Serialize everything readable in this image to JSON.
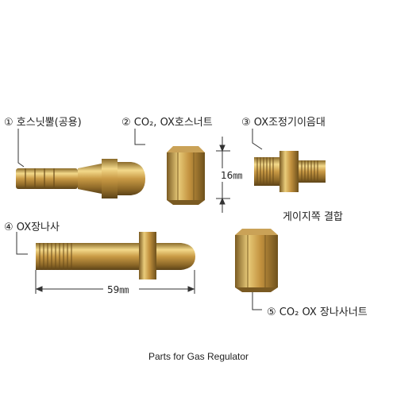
{
  "labels": {
    "hose_nipple": "① 호스닛뿔(공용)",
    "co2_ox_hose_nut": "② CO₂, OX호스너트",
    "ox_adjuster": "③ OX조정기이음대",
    "gauge_side": "게이지쪽 결합",
    "ox_long_screw": "④ OX장나사",
    "co2_ox_long_nut": "⑤ CO₂ OX 장나사너트"
  },
  "dimensions": {
    "nut_height": "16㎜",
    "screw_length": "59㎜"
  },
  "caption": "Parts for Gas Regulator"
}
